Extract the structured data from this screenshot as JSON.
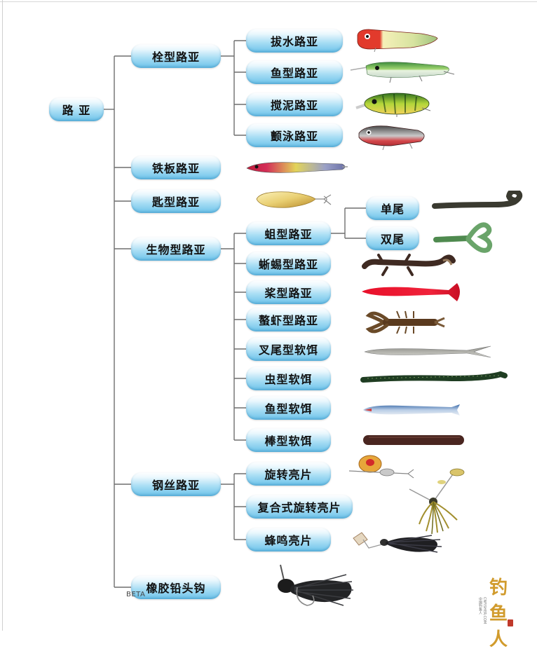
{
  "diagram": {
    "root": {
      "label": "路 亚"
    },
    "categories": [
      {
        "label": "栓型路亚",
        "children": [
          "拔水路亚",
          "鱼型路亚",
          "搅泥路亚",
          "颤泳路亚"
        ]
      },
      {
        "label": "铁板路亚"
      },
      {
        "label": "匙型路亚"
      },
      {
        "label": "生物型路亚",
        "children": [
          "蛆型路亚",
          "蜥蜴型路亚",
          "桨型路亚",
          "螯虾型路亚",
          "叉尾型软饵",
          "虫型软饵",
          "鱼型软饵",
          "棒型软饵"
        ]
      },
      {
        "label": "钢丝路亚",
        "children": [
          "旋转亮片",
          "复合式旋转亮片",
          "蜂鸣亮片"
        ]
      },
      {
        "label": "橡胶铅头钩"
      }
    ],
    "grub_types": [
      "单尾",
      "双尾"
    ]
  },
  "watermark": {
    "beta_text": "BETA",
    "logo_text": "钓鱼人",
    "logo_sub": "中国钓鱼人",
    "logo_url_text": "CNFISHER.COM"
  },
  "colors": {
    "node_top": "#e9f7fd",
    "node_bottom": "#6cc3ea",
    "connector": "#6e6e6e",
    "logo": "#d19b2c"
  }
}
